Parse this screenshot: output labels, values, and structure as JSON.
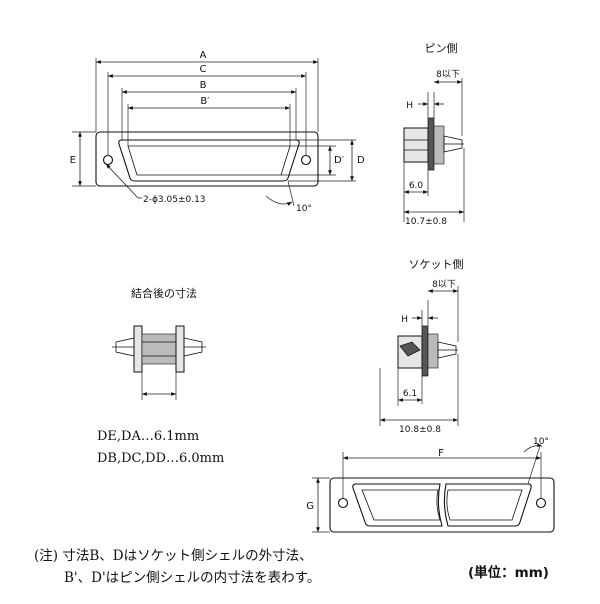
{
  "front_view": {
    "labels": {
      "A": "A",
      "C": "C",
      "B": "B",
      "B_prime": "B′",
      "E": "E",
      "D_prime": "D′",
      "D": "D",
      "hole": "2-ϕ3.05±0.13",
      "angle": "10°"
    }
  },
  "pin_side": {
    "title": "ピン側",
    "labels": {
      "max8": "8以下",
      "H": "H",
      "d6": "6.0",
      "d107": "10.7±0.8"
    }
  },
  "socket_side": {
    "title": "ソケット側",
    "labels": {
      "max8": "8以下",
      "H": "H",
      "d61": "6.1",
      "d108": "10.8±0.8"
    }
  },
  "mated": {
    "title": "結合後の寸法",
    "values": [
      "DE,DA…6.1mm",
      "DB,DC,DD…6.0mm"
    ]
  },
  "bottom_view": {
    "labels": {
      "F": "F",
      "G": "G",
      "angle": "10°"
    }
  },
  "footer": {
    "note_line1": "(注) 寸法B、Dはソケット側シェルの外寸法、",
    "note_line2": "B'、D'はピン側シェルの内寸法を表わす。",
    "unit": "(単位：mm)"
  }
}
